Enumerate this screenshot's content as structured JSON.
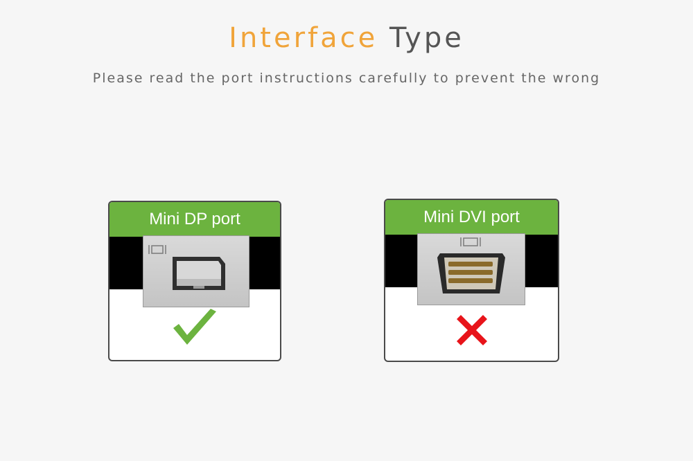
{
  "header": {
    "title_accent": "Interface",
    "title_rest": "Type",
    "subtitle": "Please read the port instructions carefully to prevent the wrong"
  },
  "cards": [
    {
      "label": "Mini DP port",
      "status": "correct",
      "status_icon": "check-icon",
      "status_color": "#6cb33f"
    },
    {
      "label": "Mini DVI port",
      "status": "wrong",
      "status_icon": "cross-icon",
      "status_color": "#e8141a"
    }
  ],
  "colors": {
    "accent": "#f0a43a",
    "label_bg": "#6cb33f",
    "text": "#555555"
  }
}
